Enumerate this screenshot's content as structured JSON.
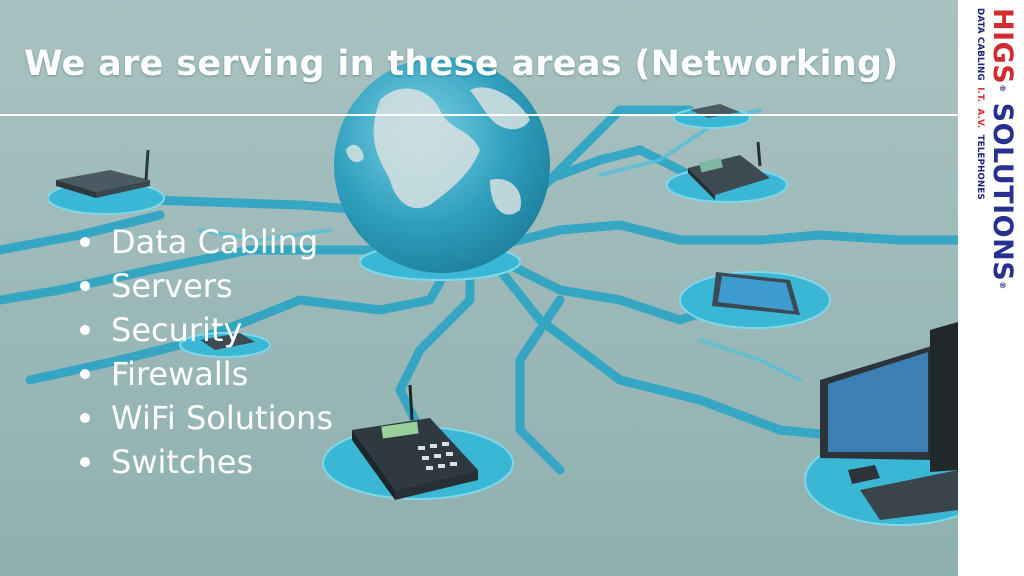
{
  "slide": {
    "title": "We are serving in these areas (Networking)",
    "bullets": [
      "Data Cabling",
      "Servers",
      "Security",
      "Firewalls",
      "WiFi Solutions",
      "Switches"
    ]
  },
  "logo": {
    "name_part1": "HIGS",
    "name_part2": "SOLUTIONS",
    "registered_mark": "®",
    "tagline": [
      "DATA CABLING",
      "I.T.",
      "A.V.",
      "TELEPHONES"
    ]
  },
  "background": {
    "icons": [
      "globe-icon",
      "router-icon",
      "desk-phone-icon",
      "tablet-icon",
      "desktop-computer-icon"
    ],
    "colors": {
      "base": "#9fb9b8",
      "cable": "#2aa4c4",
      "pad": "#3bb7d6",
      "text": "#ffffff",
      "logo_blue": "#27308e",
      "logo_red": "#d22a2f"
    }
  }
}
